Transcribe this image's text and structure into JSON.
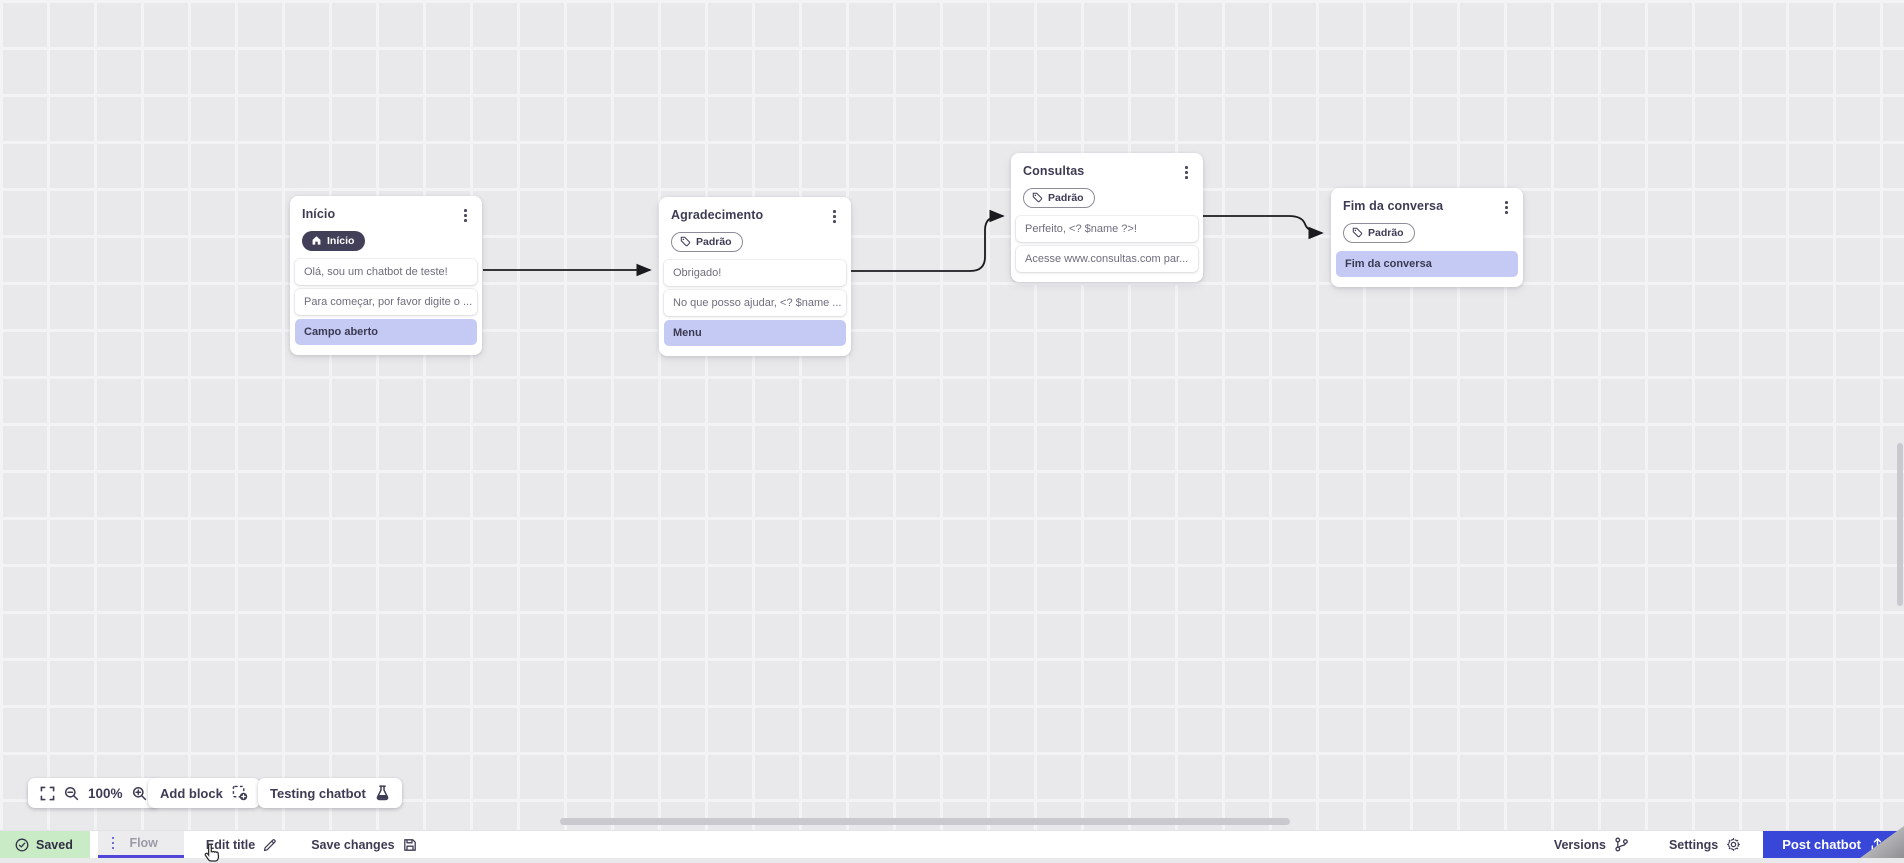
{
  "canvas": {
    "nodes": [
      {
        "title": "Início",
        "badge": "Início",
        "rows": [
          {
            "text": "Olá, sou um chatbot de teste!",
            "type": "message"
          },
          {
            "text": "Para começar, por favor digite o ...",
            "type": "message"
          },
          {
            "text": "Campo aberto",
            "type": "input"
          }
        ]
      },
      {
        "title": "Agradecimento",
        "badge": "Padrão",
        "rows": [
          {
            "text": "Obrigado!",
            "type": "message"
          },
          {
            "text": "No que posso ajudar, <? $name ...",
            "type": "message"
          },
          {
            "text": "Menu",
            "type": "input"
          }
        ]
      },
      {
        "title": "Consultas",
        "badge": "Padrão",
        "rows": [
          {
            "text": "Perfeito, <? $name ?>!",
            "type": "message"
          },
          {
            "text": "Acesse www.consultas.com par...",
            "type": "message"
          }
        ]
      },
      {
        "title": "Fim da conversa",
        "badge": "Padrão",
        "rows": [
          {
            "text": "Fim da conversa",
            "type": "input"
          }
        ]
      }
    ]
  },
  "toolbar": {
    "zoom_level": "100%",
    "add_block_label": "Add block",
    "testing_label": "Testing chatbot"
  },
  "statusbar": {
    "saved_label": "Saved",
    "flow_tab_label": "Flow",
    "edit_title_label": "Edit title",
    "save_changes_label": "Save changes",
    "versions_label": "Versions",
    "settings_label": "Settings",
    "post_label": "Post chatbot"
  },
  "colors": {
    "accent_purple": "#5246d9",
    "post_button_blue": "#3847d8",
    "saved_green_bg": "#c9ecc7",
    "highlight_lavender": "#c5caf4",
    "start_badge_dark": "#423f59",
    "canvas_bg": "#e9e9eb",
    "edge_black": "#1b1b1f"
  }
}
